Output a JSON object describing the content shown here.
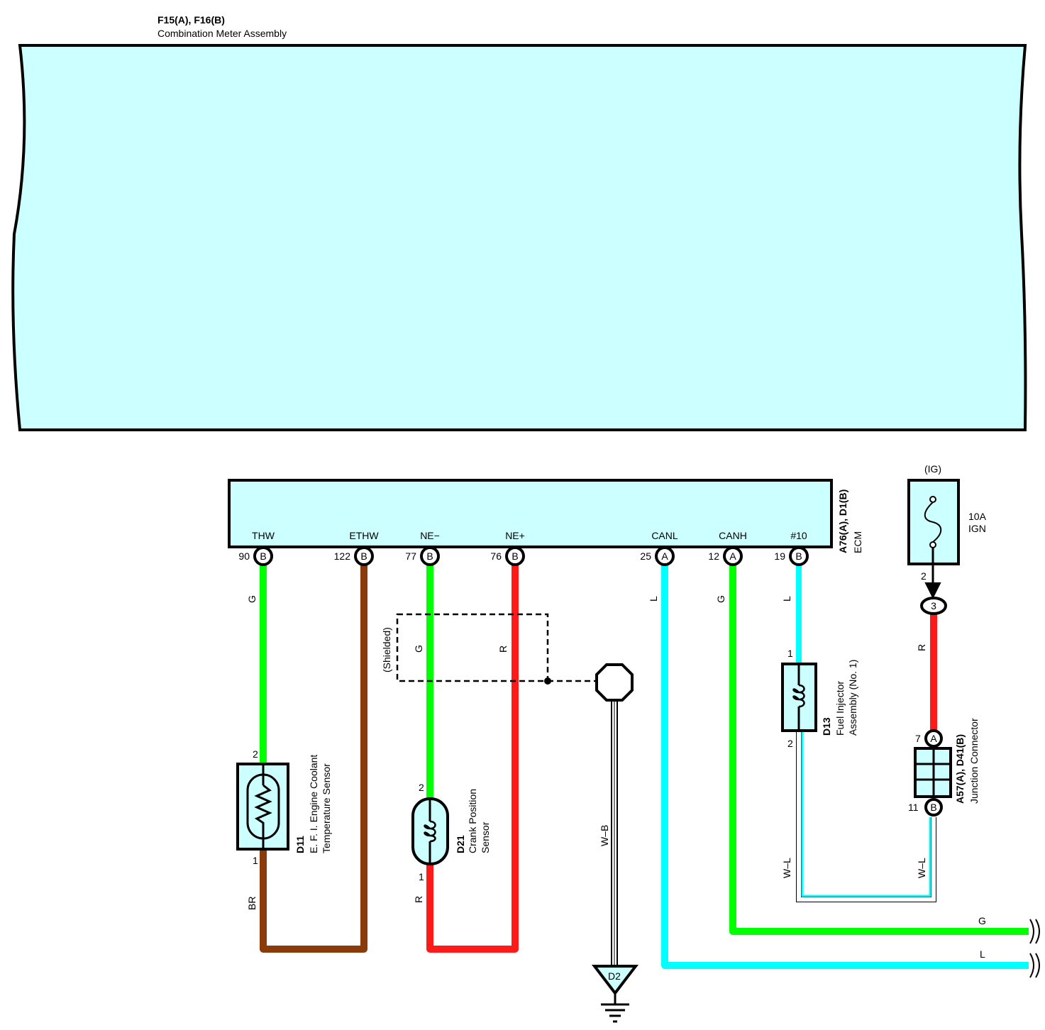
{
  "meter": {
    "code": "F15(A), F16(B)",
    "name": "Combination Meter Assembly"
  },
  "ecm": {
    "code": "A76(A), D1(B)",
    "name": "ECM",
    "pins": [
      {
        "name": "THW",
        "num": "90",
        "conn": "B"
      },
      {
        "name": "ETHW",
        "num": "122",
        "conn": "B"
      },
      {
        "name": "NE−",
        "num": "77",
        "conn": "B"
      },
      {
        "name": "NE+",
        "num": "76",
        "conn": "B"
      },
      {
        "name": "CANL",
        "num": "25",
        "conn": "A"
      },
      {
        "name": "CANH",
        "num": "12",
        "conn": "A"
      },
      {
        "name": "#10",
        "num": "19",
        "conn": "B"
      }
    ]
  },
  "fuse": {
    "label": "(IG)",
    "rating": "10A",
    "name": "IGN",
    "pin_out": "2",
    "conn_pin": "3"
  },
  "coolant_sensor": {
    "code": "D11",
    "line1": "E. F. I.  Engine Coolant",
    "line2": "Temperature Sensor",
    "pin_top": "2",
    "pin_bottom": "1"
  },
  "crank_sensor": {
    "code": "D21",
    "line1": "Crank Position",
    "line2": "Sensor",
    "pin_top": "2",
    "pin_bottom": "1"
  },
  "injector": {
    "code": "D13",
    "line1": "Fuel Injector",
    "line2": "Assembly (No. 1)",
    "pin_top": "1",
    "pin_bottom": "2"
  },
  "junction": {
    "code": "A57(A), D41(B)",
    "name": "Junction Connector",
    "pin_a": "7",
    "conn_a": "A",
    "pin_b": "11",
    "conn_b": "B"
  },
  "shield": {
    "label": "(Shielded)"
  },
  "ground": {
    "code": "D2"
  },
  "wires": {
    "thw": "G",
    "ethw_br": "BR",
    "ne_minus": "G",
    "ne_plus": "R",
    "crank_r": "R",
    "ground_wb": "W–B",
    "canl": "L",
    "canh": "G",
    "inj": "L",
    "inj_wl": "W–L",
    "fuse_r": "R",
    "jc_wl": "W–L",
    "out_g": "G",
    "out_l": "L"
  },
  "colors": {
    "green": "#00ff00",
    "brown": "#8b3a0a",
    "red": "#ff1a1a",
    "cyan": "#00ffff",
    "fill": "#ccffff"
  }
}
